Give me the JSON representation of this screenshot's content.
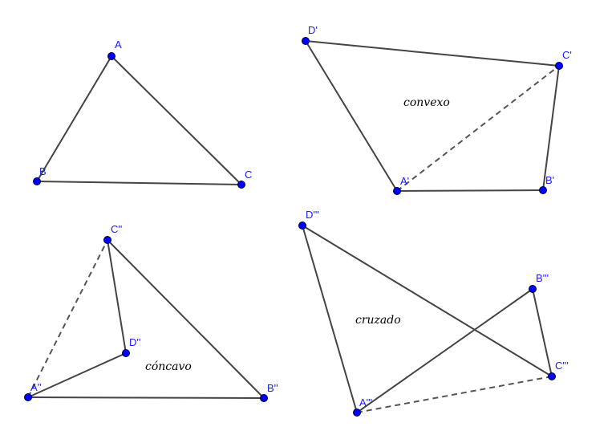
{
  "colors": {
    "point": "#0000ff",
    "label": "#1a1aff",
    "segment": "#444444"
  },
  "figures": [
    {
      "name": "triangle",
      "caption": null,
      "points": [
        {
          "id": "A",
          "label": "A"
        },
        {
          "id": "B",
          "label": "B"
        },
        {
          "id": "C",
          "label": "C"
        }
      ]
    },
    {
      "name": "convexo",
      "caption": "convexo",
      "points": [
        {
          "id": "A1",
          "label": "A'"
        },
        {
          "id": "B1",
          "label": "B'"
        },
        {
          "id": "C1",
          "label": "C'"
        },
        {
          "id": "D1",
          "label": "D'"
        }
      ]
    },
    {
      "name": "concavo",
      "caption": "cóncavo",
      "points": [
        {
          "id": "A2",
          "label": "A''"
        },
        {
          "id": "B2",
          "label": "B''"
        },
        {
          "id": "C2",
          "label": "C''"
        },
        {
          "id": "D2",
          "label": "D''"
        }
      ]
    },
    {
      "name": "cruzado",
      "caption": "cruzado",
      "points": [
        {
          "id": "A3",
          "label": "A'''"
        },
        {
          "id": "B3",
          "label": "B'''"
        },
        {
          "id": "C3",
          "label": "C'''"
        },
        {
          "id": "D3",
          "label": "D'''"
        }
      ]
    }
  ]
}
